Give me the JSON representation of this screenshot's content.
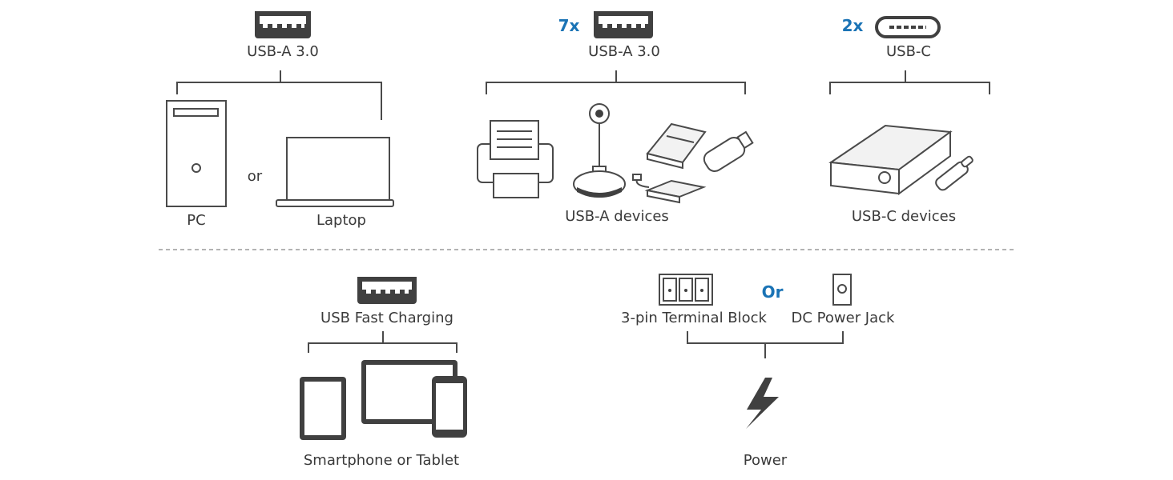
{
  "colors": {
    "accent": "#1a73b5",
    "ink": "#404040",
    "text": "#3a3a3a"
  },
  "top": {
    "host": {
      "port_label": "USB-A 3.0",
      "port_icon": "usb-a-port-icon",
      "pc_label": "PC",
      "or_text": "or",
      "laptop_label": "Laptop"
    },
    "usb_a_out": {
      "count": "7x",
      "port_label": "USB-A 3.0",
      "port_icon": "usb-a-port-icon",
      "devices_label": "USB-A devices",
      "device_icons": [
        "printer-icon",
        "webcam-microphone-icon",
        "external-drive-icon",
        "usb-flash-drive-icon",
        "usb-hub-icon"
      ]
    },
    "usb_c_out": {
      "count": "2x",
      "port_label": "USB-C",
      "port_icon": "usb-c-port-icon",
      "devices_label": "USB-C devices",
      "device_icons": [
        "storage-enclosure-icon",
        "usb-c-flash-drive-icon"
      ]
    }
  },
  "bottom": {
    "charging": {
      "port_label": "USB Fast Charging",
      "port_icon": "usb-a-port-icon",
      "devices_label": "Smartphone or Tablet",
      "device_icons": [
        "tablet-icon",
        "tablet-landscape-icon",
        "smartphone-icon"
      ]
    },
    "power": {
      "terminal_label": "3-pin Terminal Block",
      "or_text": "Or",
      "jack_label": "DC Power Jack",
      "power_label": "Power",
      "icons": [
        "terminal-block-icon",
        "dc-jack-icon",
        "lightning-icon"
      ]
    }
  }
}
